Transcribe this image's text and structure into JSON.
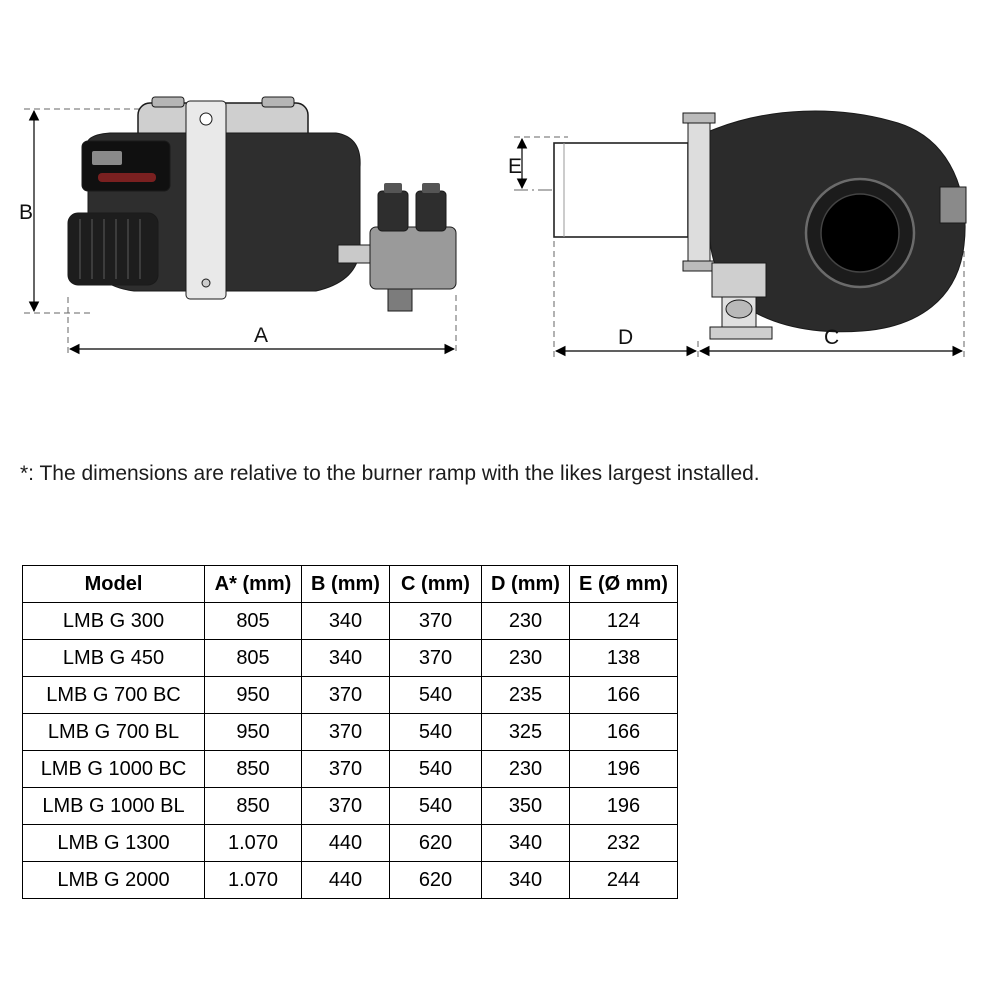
{
  "diagrams": {
    "left": {
      "label_a": "A",
      "label_b": "B"
    },
    "right": {
      "label_c": "C",
      "label_d": "D",
      "label_e": "E"
    }
  },
  "note": "*: The dimensions are relative to the burner ramp with the likes largest installed.",
  "table": {
    "headers": [
      "Model",
      "A* (mm)",
      "B (mm)",
      "C (mm)",
      "D (mm)",
      "E (Ø mm)"
    ],
    "rows": [
      [
        "LMB G 300",
        "805",
        "340",
        "370",
        "230",
        "124"
      ],
      [
        "LMB G 450",
        "805",
        "340",
        "370",
        "230",
        "138"
      ],
      [
        "LMB G 700 BC",
        "950",
        "370",
        "540",
        "235",
        "166"
      ],
      [
        "LMB G 700 BL",
        "950",
        "370",
        "540",
        "325",
        "166"
      ],
      [
        "LMB G 1000 BC",
        "850",
        "370",
        "540",
        "230",
        "196"
      ],
      [
        "LMB G 1000 BL",
        "850",
        "370",
        "540",
        "350",
        "196"
      ],
      [
        "LMB G 1300",
        "1.070",
        "440",
        "620",
        "340",
        "232"
      ],
      [
        "LMB G 2000",
        "1.070",
        "440",
        "620",
        "340",
        "244"
      ]
    ]
  }
}
